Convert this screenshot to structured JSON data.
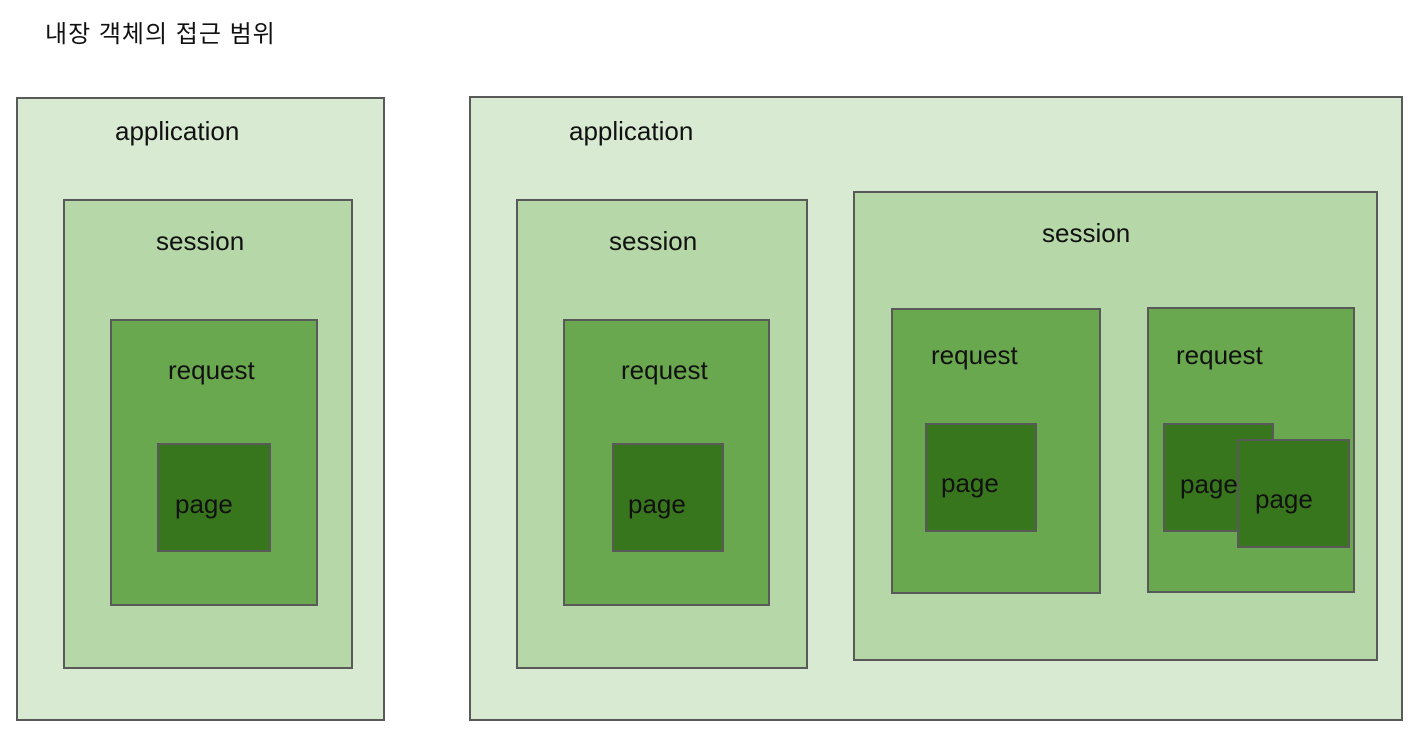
{
  "title": "내장 객체의 접근 범위",
  "colors": {
    "application_fill": "#d9ead3",
    "session_fill": "#b6d7a8",
    "request_fill": "#6aa84f",
    "page_fill": "#38761d",
    "border": "#595959",
    "text": "#111111",
    "background": "#ffffff"
  },
  "diagrams": [
    {
      "name": "single-session-scope",
      "application": {
        "label": "application",
        "sessions": [
          {
            "label": "session",
            "requests": [
              {
                "label": "request",
                "pages": [
                  {
                    "label": "page"
                  }
                ]
              }
            ]
          }
        ]
      }
    },
    {
      "name": "multi-session-scope",
      "application": {
        "label": "application",
        "sessions": [
          {
            "label": "session",
            "requests": [
              {
                "label": "request",
                "pages": [
                  {
                    "label": "page"
                  }
                ]
              }
            ]
          },
          {
            "label": "session",
            "requests": [
              {
                "label": "request",
                "pages": [
                  {
                    "label": "page"
                  }
                ]
              },
              {
                "label": "request",
                "pages": [
                  {
                    "label": "page"
                  },
                  {
                    "label": "page"
                  }
                ]
              }
            ]
          }
        ]
      }
    }
  ]
}
